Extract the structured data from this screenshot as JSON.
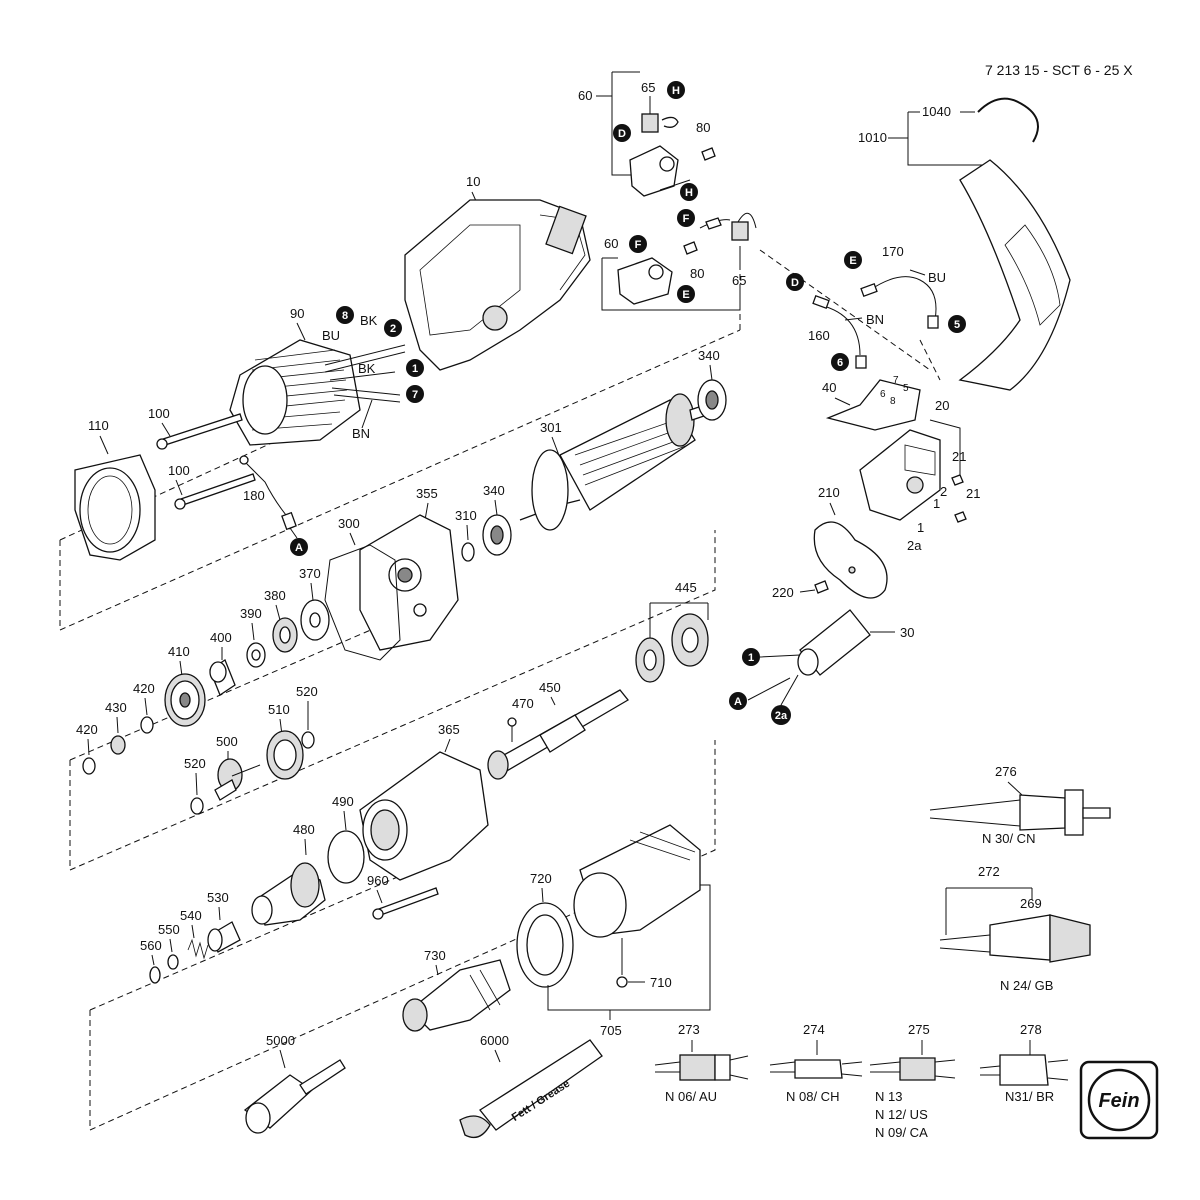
{
  "reference": "7 213 15 - SCT 6 - 25 X",
  "wire_labels": {
    "bu1": "BU",
    "bk1": "BK",
    "bk2": "BK",
    "bn1": "BN",
    "bu2": "BU",
    "bn2": "BN"
  },
  "markers": {
    "H": "H",
    "D": "D",
    "F": "F",
    "E": "E",
    "A": "A",
    "m1": "1",
    "m2": "2",
    "m5": "5",
    "m6": "6",
    "m7": "7",
    "m8": "8",
    "m2a": "2a"
  },
  "labels": {
    "p10": "10",
    "p20": "20",
    "p21a": "21",
    "p21b": "21",
    "p30": "30",
    "p40": "40",
    "p60a": "60",
    "p60b": "60",
    "p65a": "65",
    "p65b": "65",
    "p80a": "80",
    "p80b": "80",
    "p90": "90",
    "p100a": "100",
    "p100b": "100",
    "p110": "110",
    "p160": "160",
    "p170": "170",
    "p180": "180",
    "p210": "210",
    "p220": "220",
    "p269": "269",
    "p272": "272",
    "p273": "273",
    "p274": "274",
    "p275": "275",
    "p276": "276",
    "p278": "278",
    "p300": "300",
    "p301": "301",
    "p310": "310",
    "p340a": "340",
    "p340b": "340",
    "p355": "355",
    "p365": "365",
    "p370": "370",
    "p380": "380",
    "p390": "390",
    "p400": "400",
    "p410": "410",
    "p420a": "420",
    "p420b": "420",
    "p430": "430",
    "p445": "445",
    "p450": "450",
    "p470": "470",
    "p480": "480",
    "p490": "490",
    "p500": "500",
    "p510": "510",
    "p520a": "520",
    "p520b": "520",
    "p530": "530",
    "p540": "540",
    "p550": "550",
    "p560": "560",
    "p705": "705",
    "p710": "710",
    "p720": "720",
    "p730": "730",
    "p960": "960",
    "p1010": "1010",
    "p1040": "1040",
    "p5000": "5000",
    "p6000": "6000",
    "s1": "1",
    "s2": "2",
    "s1b": "1",
    "s2a": "2a",
    "t8": "8",
    "t7": "7",
    "t6": "6",
    "t5": "5"
  },
  "plug_variants": {
    "n30": "N 30/ CN",
    "n24": "N 24/ GB",
    "n06": "N 06/ AU",
    "n08": "N 08/ CH",
    "n13": "N 13",
    "n12": "N 12/ US",
    "n09": "N 09/ CA",
    "n31": "N31/ BR"
  },
  "grease_tube_label": "Fett / Grease",
  "logo_text": "Fein"
}
